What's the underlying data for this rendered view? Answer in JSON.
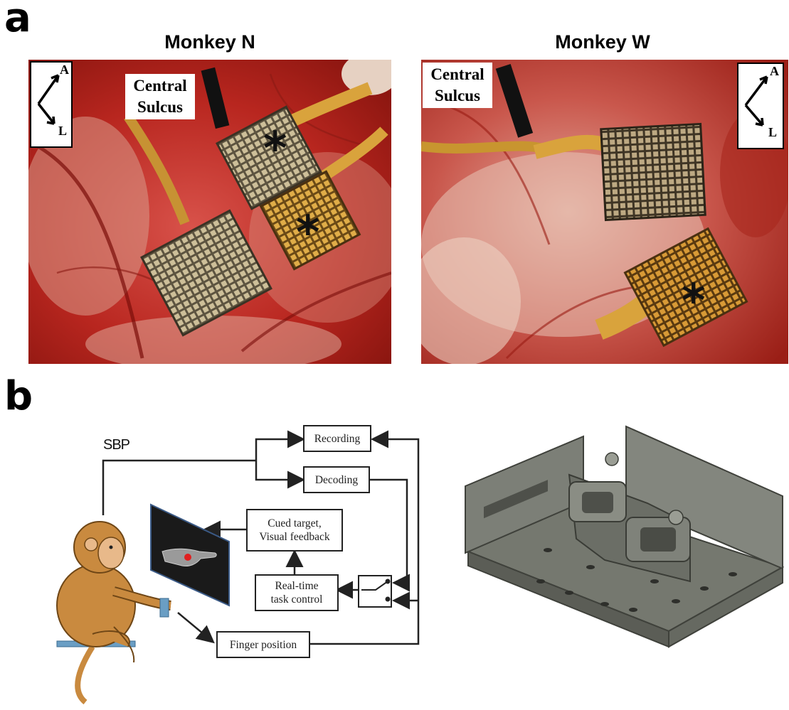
{
  "panels": {
    "a": {
      "letter": "a"
    },
    "b": {
      "letter": "b"
    }
  },
  "photos": {
    "left": {
      "title": "Monkey N",
      "sulcus_label_line1": "Central",
      "sulcus_label_line2": "Sulcus",
      "orient_top": "A",
      "orient_bottom": "L",
      "asterisk": "*"
    },
    "right": {
      "title": "Monkey W",
      "sulcus_label_line1": "Central",
      "sulcus_label_line2": "Sulcus",
      "orient_top": "A",
      "orient_bottom": "L",
      "asterisk": "*"
    }
  },
  "diagram": {
    "signal_label": "SBP",
    "boxes": {
      "recording": "Recording",
      "decoding": "Decoding",
      "cued_line1": "Cued target,",
      "cued_line2": "Visual feedback",
      "realtime_line1": "Real-time",
      "realtime_line2": "task control",
      "finger": "Finger position"
    }
  },
  "colors": {
    "tissue": "#b8261f",
    "electrode_gold": "#d49a2a",
    "monkey_fur": "#c98a3f",
    "stool_blue": "#6a9ec4",
    "apparatus_gray": "#6d706a"
  }
}
